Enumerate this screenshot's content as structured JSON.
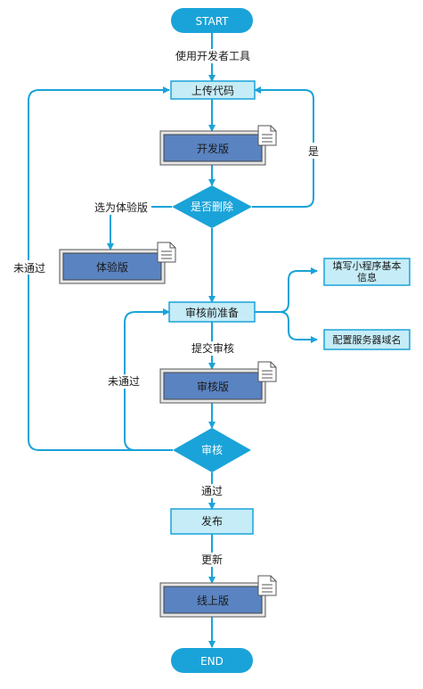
{
  "nodes": {
    "start": "START",
    "upload_code": "上传代码",
    "dev_version": "开发版",
    "is_delete": "是否删除",
    "trial_version": "体验版",
    "review_prep": "审核前准备",
    "fill_info_line1": "填写小程序基本",
    "fill_info_line2": "信息",
    "config_domain": "配置服务器域名",
    "review_version": "审核版",
    "review": "审核",
    "publish": "发布",
    "online_version": "线上版",
    "end": "END"
  },
  "edge_labels": {
    "use_devtools": "使用开发者工具",
    "yes": "是",
    "select_as_trial": "选为体验版",
    "not_passed_left": "未通过",
    "submit_review": "提交审核",
    "not_passed_inner": "未通过",
    "passed": "通过",
    "update": "更新"
  },
  "colors": {
    "cyan": "#1aa3d9",
    "light_box_fill": "#c5ecf7",
    "doc_fill": "#5a83c1",
    "doc_border": "#555555",
    "edge": "#1aa3d9"
  }
}
